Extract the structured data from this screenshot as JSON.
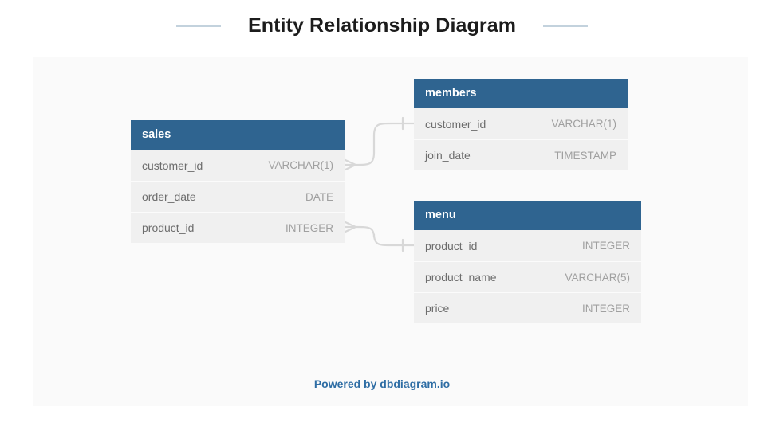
{
  "header": {
    "title": "Entity Relationship Diagram",
    "rule_color": "#c3d2dd"
  },
  "canvas": {
    "background": "#fafafa",
    "table_header_color": "#2f6490",
    "table_body_color": "#f0f0f0",
    "connector_color": "#d8d8d8"
  },
  "tables": [
    {
      "name": "sales",
      "fields": [
        {
          "name": "customer_id",
          "type": "VARCHAR(1)"
        },
        {
          "name": "order_date",
          "type": "DATE"
        },
        {
          "name": "product_id",
          "type": "INTEGER"
        }
      ]
    },
    {
      "name": "members",
      "fields": [
        {
          "name": "customer_id",
          "type": "VARCHAR(1)"
        },
        {
          "name": "join_date",
          "type": "TIMESTAMP"
        }
      ]
    },
    {
      "name": "menu",
      "fields": [
        {
          "name": "product_id",
          "type": "INTEGER"
        },
        {
          "name": "product_name",
          "type": "VARCHAR(5)"
        },
        {
          "name": "price",
          "type": "INTEGER"
        }
      ]
    }
  ],
  "relationships": [
    {
      "from_table": "sales",
      "from_field": "customer_id",
      "to_table": "members",
      "to_field": "customer_id",
      "from_cardinality": "many",
      "to_cardinality": "one"
    },
    {
      "from_table": "sales",
      "from_field": "product_id",
      "to_table": "menu",
      "to_field": "product_id",
      "from_cardinality": "many",
      "to_cardinality": "one"
    }
  ],
  "footer": {
    "text": "Powered by dbdiagram.io",
    "color": "#2e6da4"
  }
}
